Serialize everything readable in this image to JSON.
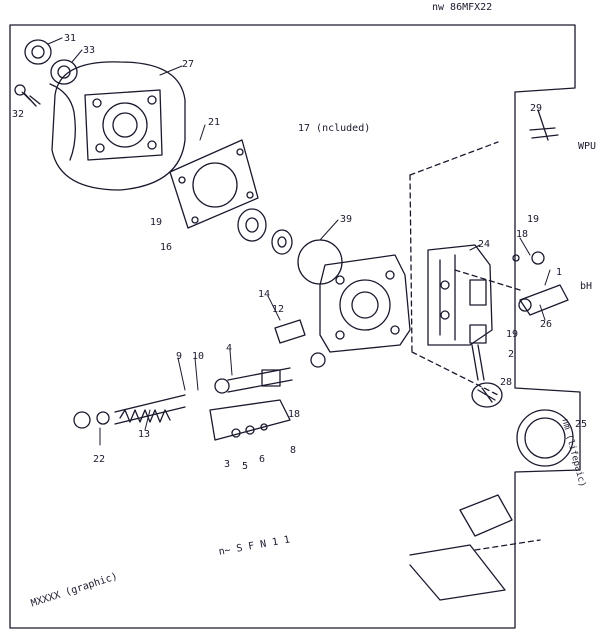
{
  "header_code": "nw 86MFX22",
  "callouts": {
    "c1": "31",
    "c2": "33",
    "c3": "32",
    "c4": "27",
    "c5": "21",
    "c6": "17 (ncluded)",
    "c7": "19",
    "c8": "16",
    "c9": "39",
    "c10": "24",
    "c11": "18",
    "c12": "19",
    "c13": "14",
    "c14": "12",
    "c15": "13",
    "c16": "9",
    "c17": "10",
    "c18": "3",
    "c19": "5",
    "c20": "6",
    "c21": "8",
    "c22": "29",
    "c23": "22",
    "c24": "18",
    "c25": "4",
    "c26": "26",
    "c27": "19",
    "c28": "2",
    "c29": "1",
    "c30": "25",
    "c31": "28"
  },
  "side_text_right_top": "WPU",
  "side_text_right_mid": "bH",
  "side_text_right_lower": "nm (lifepaic)",
  "bottom_center_text": "n~ S F N 1 1",
  "bottom_left_text": "MXXXX (graphic)",
  "colors": {
    "ink": "#1a1a2e",
    "paper": "#ffffff"
  }
}
